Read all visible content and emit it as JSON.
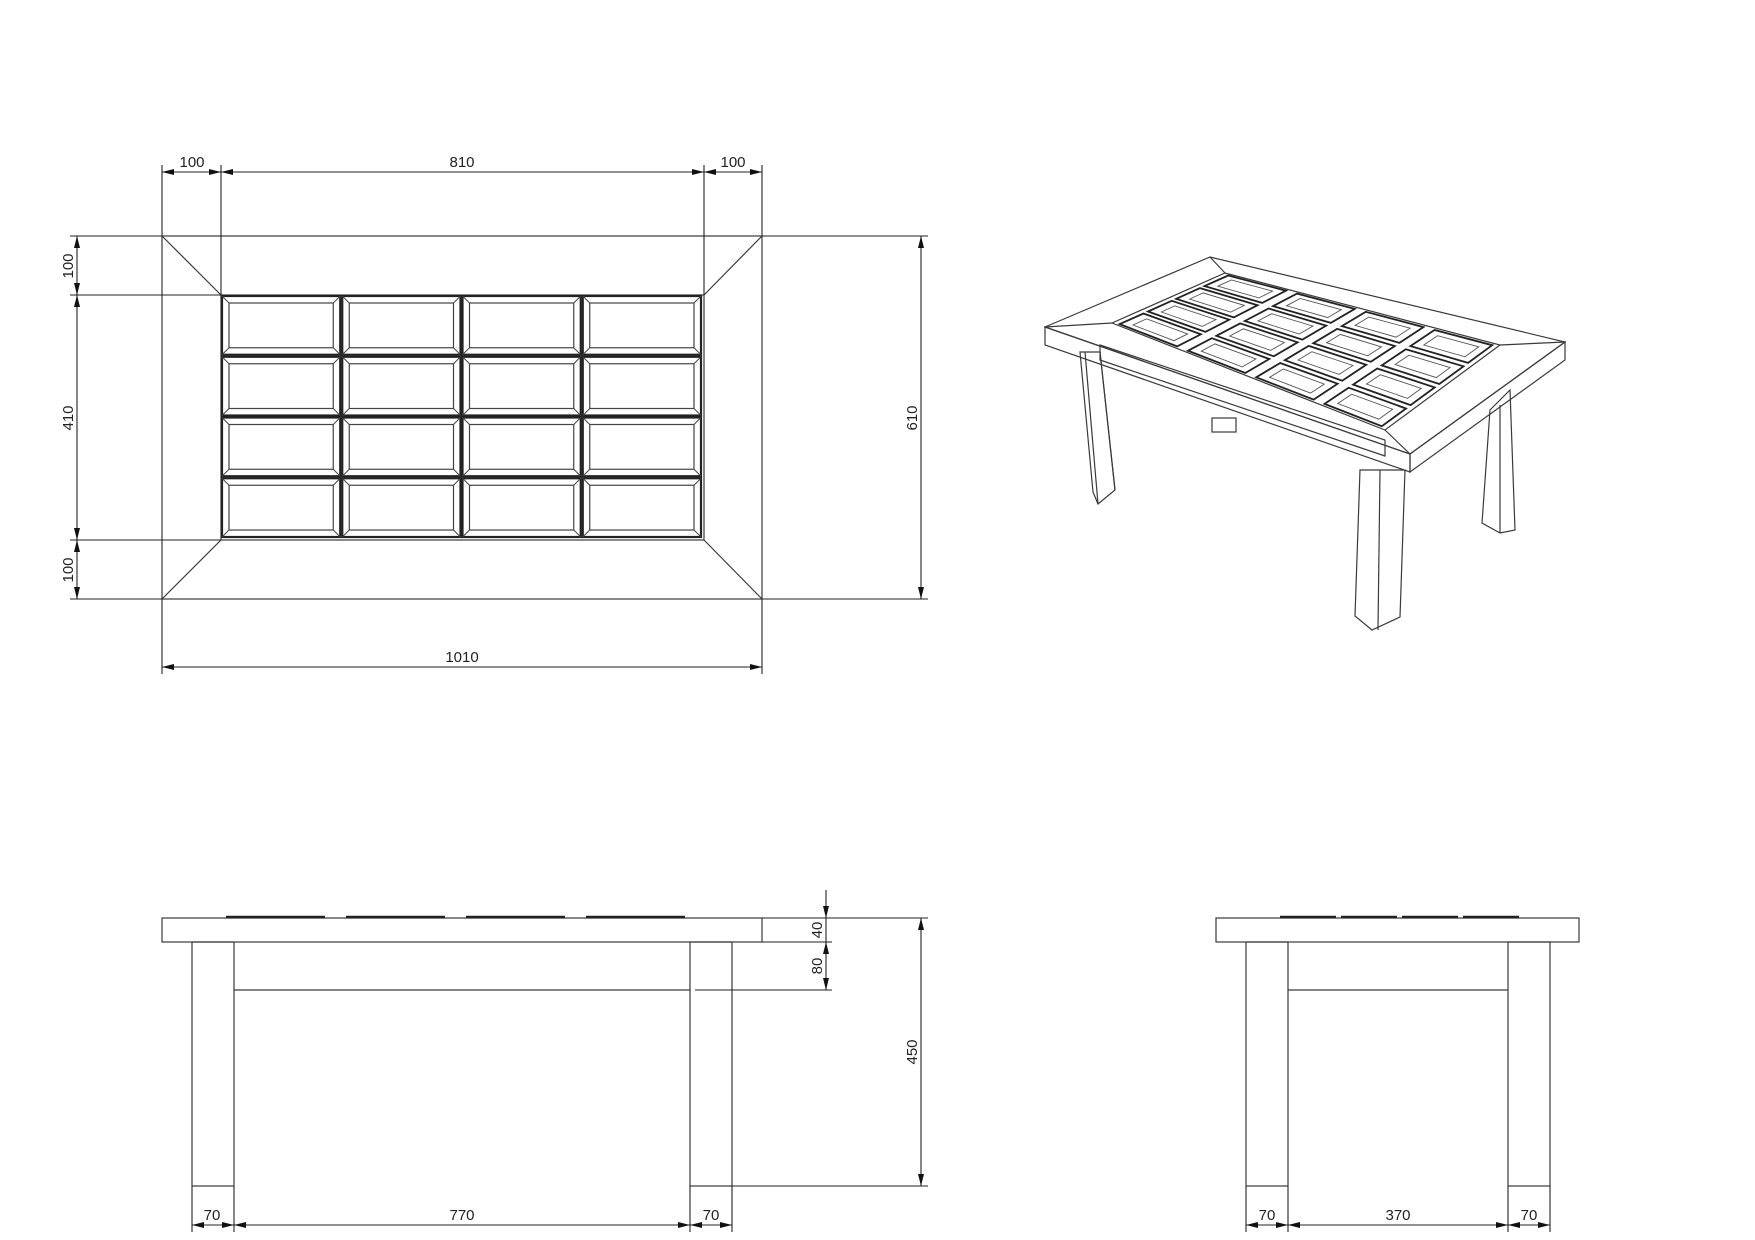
{
  "dimensions": {
    "top_left_border": "100",
    "top_inner": "810",
    "top_right_border": "100",
    "left_top_border": "100",
    "left_inner": "410",
    "left_bottom_border": "100",
    "right_total_depth": "610",
    "bottom_total_length": "1010",
    "front_top_thickness": "40",
    "front_apron_height": "80",
    "front_total_height": "450",
    "front_leg_left": "70",
    "front_leg_span": "770",
    "front_leg_right": "70",
    "side_leg_left": "70",
    "side_leg_span": "370",
    "side_leg_right": "70"
  }
}
